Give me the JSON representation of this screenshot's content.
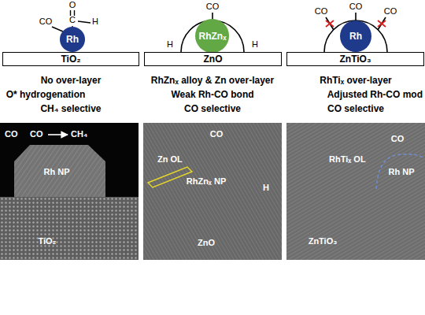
{
  "diagram": {
    "nodes": [
      {
        "text": [
          "Rh"
        ]
      },
      {
        "text": [
          "TiO₂"
        ]
      },
      {
        "text": [
          "RhZnₓ"
        ]
      },
      {
        "text": [
          "ZnO"
        ]
      },
      {
        "text": [
          "Rh"
        ]
      },
      {
        "text": [
          "ZnTiO₃"
        ]
      }
    ],
    "labels": [
      "O",
      "C",
      "CO",
      "H",
      "CO",
      "H",
      "H",
      "CO",
      "CO",
      "CO",
      "No over-layer",
      "O* hydrogenation",
      "CH₄ selective",
      "RhZnₓ alloy & Zn over-layer",
      "Weak Rh-CO bond",
      "CO selective",
      "RhTiₓ over-layer",
      "Adjusted Rh-CO mod",
      "CO selective",
      "CO",
      "CO",
      "CH₄",
      "Rh NP",
      "TiO₂",
      "CO",
      "Zn OL",
      "RhZnₓ NP",
      "H",
      "ZnO",
      "RhTiₓ OL",
      "CO",
      "Rh NP",
      "ZnTiO₃"
    ]
  }
}
